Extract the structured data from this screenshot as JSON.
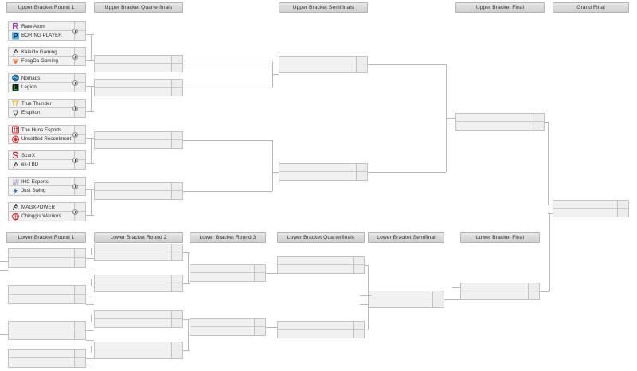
{
  "page": {
    "title": "Double Elimination Tournament Bracket",
    "background_color": "#ffffff",
    "header_color": "#d9d9d9",
    "box_color": "#f1f1f1",
    "line_color": "#b9b9b9"
  },
  "upper_bracket": {
    "headers": [
      {
        "id": "ub-r1",
        "label": "Upper Bracket Round 1"
      },
      {
        "id": "ub-qf",
        "label": "Upper Bracket Quarterfinals"
      },
      {
        "id": "ub-sf",
        "label": "Upper Bracket Semifinals"
      },
      {
        "id": "ub-f",
        "label": "Upper Bracket Final"
      },
      {
        "id": "gf",
        "label": "Grand Final"
      }
    ],
    "round1": [
      {
        "id": "ub-r1-m1",
        "teams": [
          {
            "name": "Rare Atom",
            "logo": "rare-atom-logo",
            "color": "#9b30b0",
            "score": ""
          },
          {
            "name": "BORING PLAYER",
            "logo": "boring-player-logo",
            "color": "#2aa7e0",
            "score": ""
          }
        ]
      },
      {
        "id": "ub-r1-m2",
        "teams": [
          {
            "name": "Kaleido Gaming",
            "logo": "kaleido-gaming-logo",
            "color": "#3a3a3a",
            "score": ""
          },
          {
            "name": "FengDa Gaming",
            "logo": "fengda-gaming-logo",
            "color": "#ef7120",
            "score": ""
          }
        ]
      },
      {
        "id": "ub-r1-m3",
        "teams": [
          {
            "name": "Nomads",
            "logo": "nomads-logo",
            "color": "#1d6fa5",
            "score": ""
          },
          {
            "name": "Legion",
            "logo": "legion-logo",
            "color": "#3fc33f",
            "score": ""
          }
        ]
      },
      {
        "id": "ub-r1-m4",
        "teams": [
          {
            "name": "True Thunder",
            "logo": "true-thunder-logo",
            "color": "#e8b41a",
            "score": ""
          },
          {
            "name": "Eruption",
            "logo": "eruption-logo",
            "color": "#4a4a4a",
            "score": ""
          }
        ]
      },
      {
        "id": "ub-r1-m5",
        "teams": [
          {
            "name": "The Huns Esports",
            "logo": "the-huns-esports-logo",
            "color": "#cf2020",
            "score": ""
          },
          {
            "name": "Unsettled Resentment",
            "logo": "unsettled-resentment-logo",
            "color": "#d02a2a",
            "score": ""
          }
        ]
      },
      {
        "id": "ub-r1-m6",
        "teams": [
          {
            "name": "ScarX",
            "logo": "scarx-logo",
            "color": "#cc1f2e",
            "score": ""
          },
          {
            "name": "ex-TBD",
            "logo": "ex-tbd-logo",
            "color": "#3a3a3a",
            "score": ""
          }
        ]
      },
      {
        "id": "ub-r1-m7",
        "teams": [
          {
            "name": "IHC Esports",
            "logo": "ihc-esports-logo",
            "color": "#b5a8c7",
            "score": ""
          },
          {
            "name": "Just Swing",
            "logo": "just-swing-logo",
            "color": "#2f6fd0",
            "score": ""
          }
        ]
      },
      {
        "id": "ub-r1-m8",
        "teams": [
          {
            "name": "MAGXPOWER",
            "logo": "magxpower-logo",
            "color": "#3a3a3a",
            "score": ""
          },
          {
            "name": "Chinggis Warriors",
            "logo": "chinggis-warriors-logo",
            "color": "#c42a2a",
            "score": ""
          }
        ]
      }
    ],
    "quarterfinals": [
      {
        "id": "ub-qf-m1",
        "teams": [
          {
            "name": "",
            "score": ""
          },
          {
            "name": "",
            "score": ""
          }
        ]
      },
      {
        "id": "ub-qf-m2",
        "teams": [
          {
            "name": "",
            "score": ""
          },
          {
            "name": "",
            "score": ""
          }
        ]
      },
      {
        "id": "ub-qf-m3",
        "teams": [
          {
            "name": "",
            "score": ""
          },
          {
            "name": "",
            "score": ""
          }
        ]
      },
      {
        "id": "ub-qf-m4",
        "teams": [
          {
            "name": "",
            "score": ""
          },
          {
            "name": "",
            "score": ""
          }
        ]
      }
    ],
    "semifinals": [
      {
        "id": "ub-sf-m1",
        "teams": [
          {
            "name": "",
            "score": ""
          },
          {
            "name": "",
            "score": ""
          }
        ]
      },
      {
        "id": "ub-sf-m2",
        "teams": [
          {
            "name": "",
            "score": ""
          },
          {
            "name": "",
            "score": ""
          }
        ]
      }
    ],
    "final": [
      {
        "id": "ub-f-m1",
        "teams": [
          {
            "name": "",
            "score": ""
          },
          {
            "name": "",
            "score": ""
          }
        ]
      }
    ],
    "grand_final": [
      {
        "id": "gf-m1",
        "teams": [
          {
            "name": "",
            "score": ""
          },
          {
            "name": "",
            "score": ""
          }
        ]
      }
    ]
  },
  "lower_bracket": {
    "headers": [
      {
        "id": "lb-r1",
        "label": "Lower Bracket Round 1"
      },
      {
        "id": "lb-r2",
        "label": "Lower Bracket Round 2"
      },
      {
        "id": "lb-r3",
        "label": "Lower Bracket Round 3"
      },
      {
        "id": "lb-qf",
        "label": "Lower Bracket Quarterfinals"
      },
      {
        "id": "lb-sf",
        "label": "Lower Bracket Semifinal"
      },
      {
        "id": "lb-f",
        "label": "Lower Bracket Final"
      }
    ],
    "round1": [
      {
        "id": "lb-r1-m1",
        "teams": [
          {
            "name": "",
            "score": ""
          },
          {
            "name": "",
            "score": ""
          }
        ]
      },
      {
        "id": "lb-r1-m2",
        "teams": [
          {
            "name": "",
            "score": ""
          },
          {
            "name": "",
            "score": ""
          }
        ]
      },
      {
        "id": "lb-r1-m3",
        "teams": [
          {
            "name": "",
            "score": ""
          },
          {
            "name": "",
            "score": ""
          }
        ]
      },
      {
        "id": "lb-r1-m4",
        "teams": [
          {
            "name": "",
            "score": ""
          },
          {
            "name": "",
            "score": ""
          }
        ]
      }
    ],
    "round2": [
      {
        "id": "lb-r2-m1",
        "teams": [
          {
            "name": "",
            "score": ""
          },
          {
            "name": "",
            "score": ""
          }
        ]
      },
      {
        "id": "lb-r2-m2",
        "teams": [
          {
            "name": "",
            "score": ""
          },
          {
            "name": "",
            "score": ""
          }
        ]
      },
      {
        "id": "lb-r2-m3",
        "teams": [
          {
            "name": "",
            "score": ""
          },
          {
            "name": "",
            "score": ""
          }
        ]
      },
      {
        "id": "lb-r2-m4",
        "teams": [
          {
            "name": "",
            "score": ""
          },
          {
            "name": "",
            "score": ""
          }
        ]
      }
    ],
    "round3": [
      {
        "id": "lb-r3-m1",
        "teams": [
          {
            "name": "",
            "score": ""
          },
          {
            "name": "",
            "score": ""
          }
        ]
      },
      {
        "id": "lb-r3-m2",
        "teams": [
          {
            "name": "",
            "score": ""
          },
          {
            "name": "",
            "score": ""
          }
        ]
      }
    ],
    "quarterfinals": [
      {
        "id": "lb-qf-m1",
        "teams": [
          {
            "name": "",
            "score": ""
          },
          {
            "name": "",
            "score": ""
          }
        ]
      },
      {
        "id": "lb-qf-m2",
        "teams": [
          {
            "name": "",
            "score": ""
          },
          {
            "name": "",
            "score": ""
          }
        ]
      }
    ],
    "semifinal": [
      {
        "id": "lb-sf-m1",
        "teams": [
          {
            "name": "",
            "score": ""
          },
          {
            "name": "",
            "score": ""
          }
        ]
      }
    ],
    "final": [
      {
        "id": "lb-f-m1",
        "teams": [
          {
            "name": "",
            "score": ""
          },
          {
            "name": "",
            "score": ""
          }
        ]
      }
    ]
  }
}
